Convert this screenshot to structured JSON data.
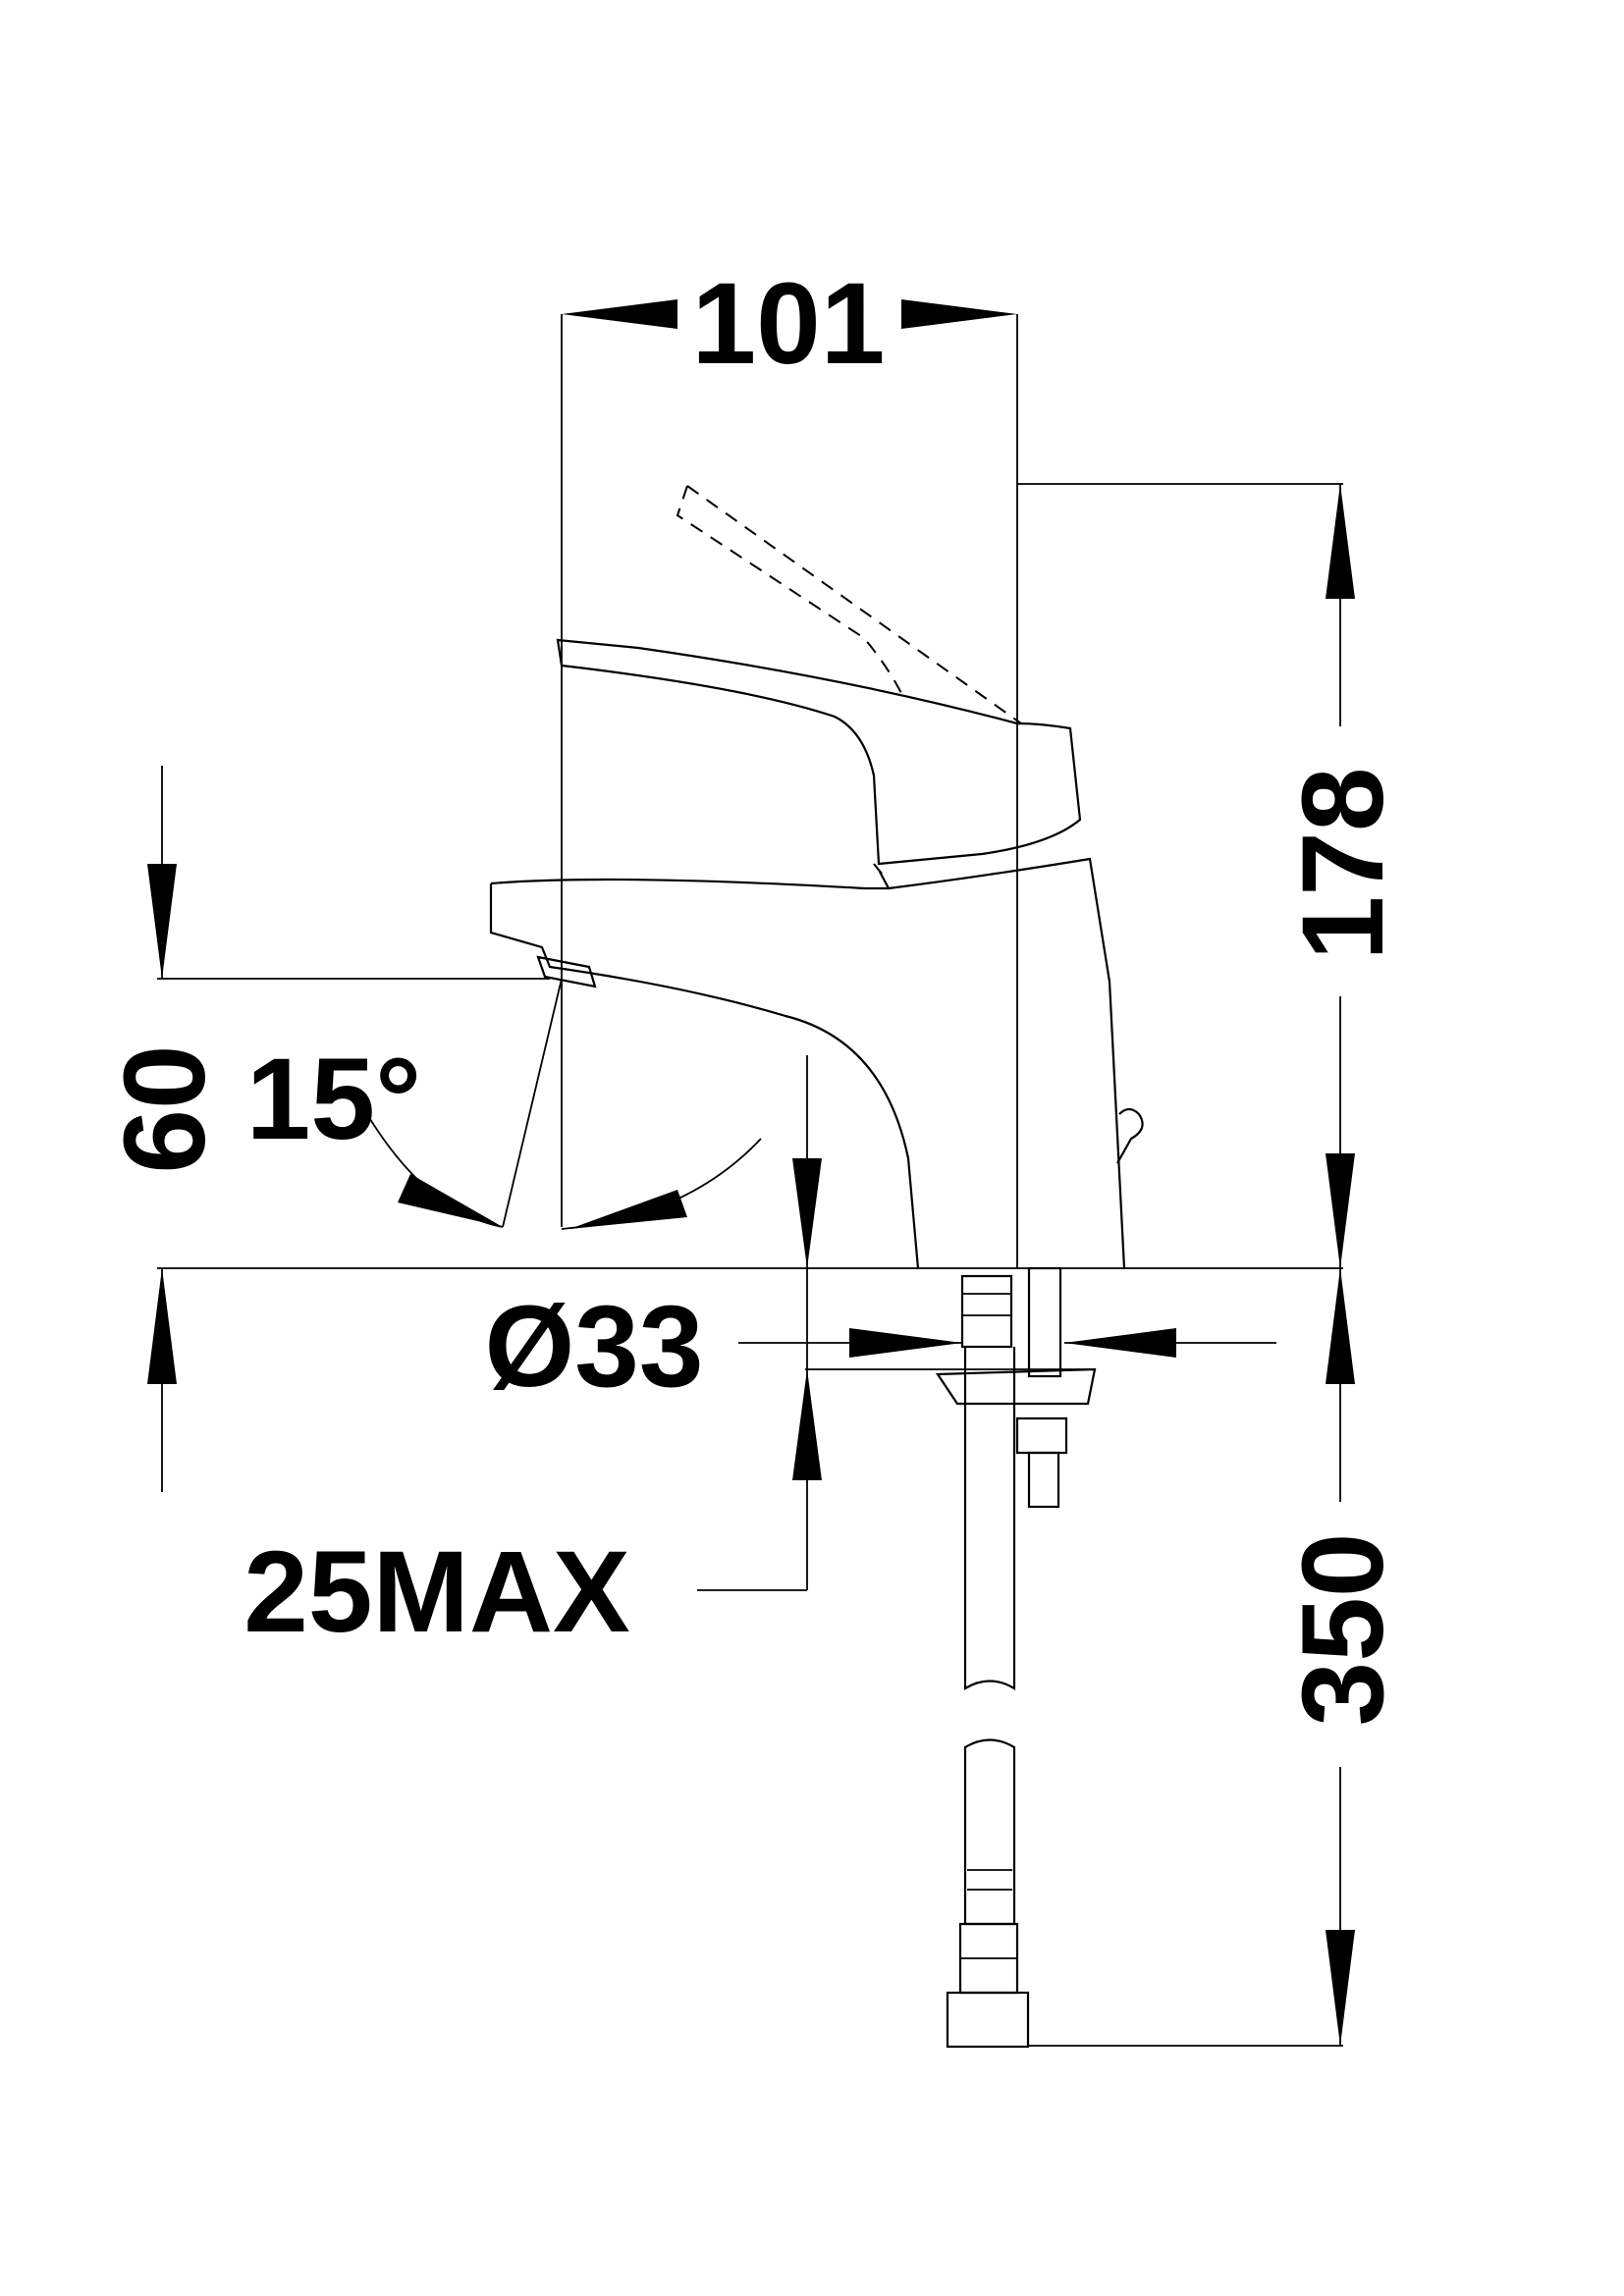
{
  "drawing": {
    "width_label": "101",
    "height_label": "178",
    "spout_height_label": "60",
    "angle_label": "15°",
    "diameter_label": "Ø33",
    "max_thickness_label": "25MAX",
    "hose_length_label": "350"
  },
  "colors": {
    "line": "#000000",
    "background": "#ffffff"
  }
}
